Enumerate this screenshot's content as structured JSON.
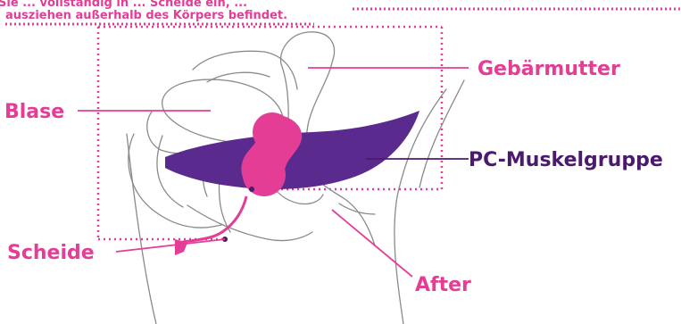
{
  "note": {
    "line1": "Sie ... vollständig in ... Scheide ein, ...",
    "line2": "ausziehen außerhalb des Körpers befindet."
  },
  "labels": {
    "uterus": "Gebärmutter",
    "bladder": "Blase",
    "pc_muscle": "PC-Muskelgruppe",
    "vagina": "Scheide",
    "anus": "After"
  },
  "colors": {
    "pink": "#e43d96",
    "purple": "#4b1a6e",
    "muscle": "#5b2a8e",
    "outline": "#8a8a8a"
  }
}
